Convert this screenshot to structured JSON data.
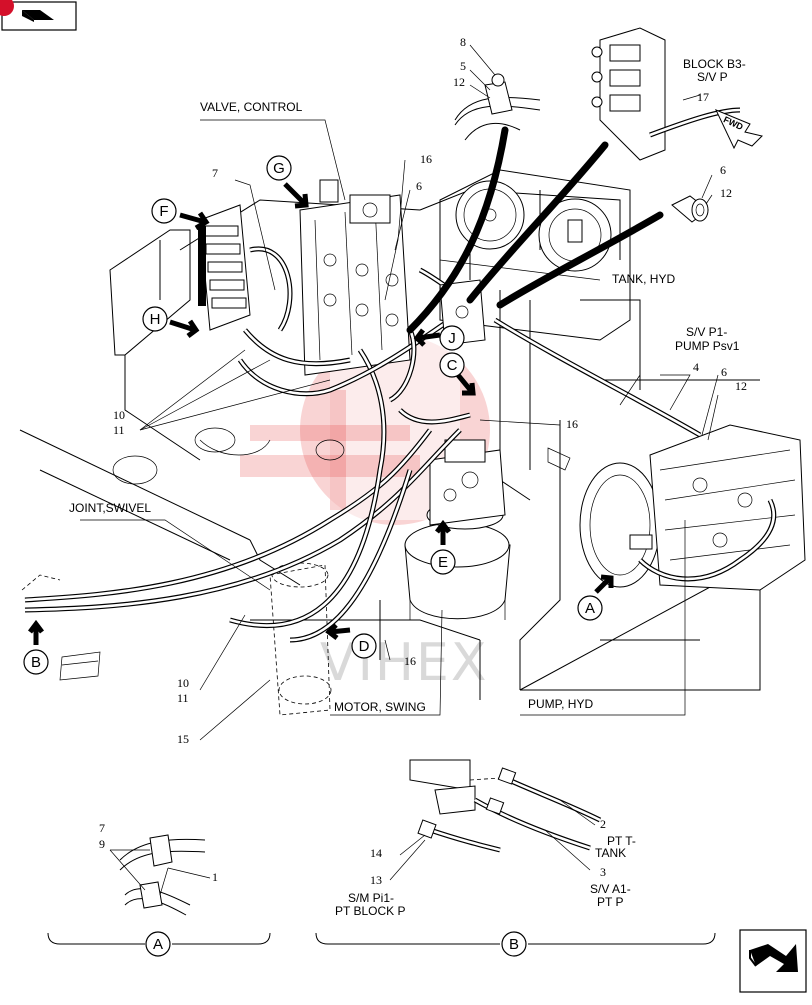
{
  "callouts": {
    "valve_control": "VALVE, CONTROL",
    "block_b3": "BLOCK B3-",
    "sv_p": "S/V P",
    "fwd": "FWD",
    "tank_hyd": "TANK, HYD",
    "sv_p1": "S/V P1-",
    "pump_psv1": "PUMP Psv1",
    "joint_swivel": "JOINT,SWIVEL",
    "motor_swing": "MOTOR, SWING",
    "pump_hyd": "PUMP, HYD",
    "pt_t": "PT T-",
    "tank": "TANK",
    "sv_a1": "S/V A1-",
    "pt_p": "PT P",
    "sm_pi1": "S/M Pi1-",
    "pt_block_p": "PT BLOCK P"
  },
  "view_letters": {
    "g": "G",
    "f": "F",
    "h": "H",
    "j": "J",
    "c": "C",
    "e": "E",
    "d": "D",
    "a": "A",
    "b": "B"
  },
  "detail_labels": {
    "a": "A",
    "b": "B"
  },
  "part_numbers": {
    "n8": "8",
    "n5": "5",
    "n12_top": "12",
    "n17": "17",
    "n6_fit": "6",
    "n12_fit": "12",
    "n7_valve": "7",
    "n16_top": "16",
    "n6_mid": "6",
    "n4": "4",
    "n6_pump": "6",
    "n12_pump": "12",
    "n10_left": "10",
    "n11_left": "11",
    "n16_mid": "16",
    "n10_bot": "10",
    "n11_bot": "11",
    "n15": "15",
    "n16_bot": "16",
    "n2": "2",
    "n3": "3",
    "n14": "14",
    "n13": "13",
    "n7_det": "7",
    "n9_det": "9",
    "n1_det": "1"
  },
  "watermark": "VIHEX",
  "colors": {
    "badge": "#d4102a",
    "watermark": "#e23b3b",
    "line": "#000000"
  },
  "icons": {
    "top_left": "book-icon",
    "bottom_right": "arrow-navigation-icon"
  }
}
